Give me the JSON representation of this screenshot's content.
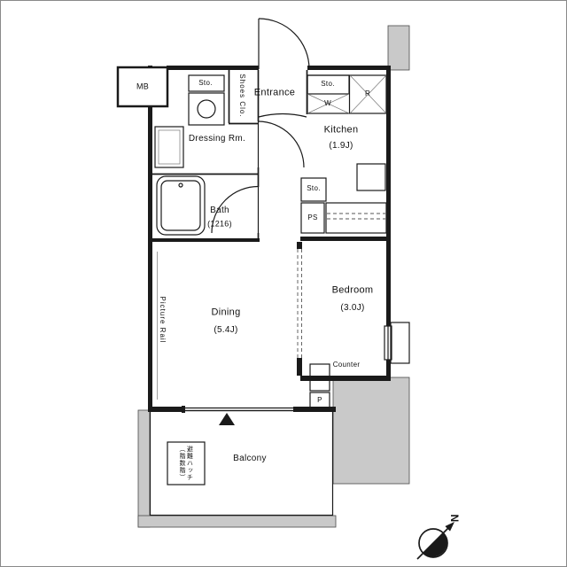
{
  "colors": {
    "wall": "#1a1a1a",
    "gray_fill": "#c9c9c9",
    "text": "#111111"
  },
  "rooms": {
    "entrance": {
      "name": "Entrance"
    },
    "kitchen": {
      "name": "Kitchen",
      "size": "(1.9J)"
    },
    "dressing": {
      "name": "Dressing Rm."
    },
    "bath": {
      "name": "Bath",
      "size": "(1216)"
    },
    "dining": {
      "name": "Dining",
      "size": "(5.4J)"
    },
    "bedroom": {
      "name": "Bedroom",
      "size": "(3.0J)"
    },
    "balcony": {
      "name": "Balcony"
    }
  },
  "fixtures": {
    "mb": "MB",
    "shoes_closet": "Shoes Clo.",
    "storage_dressing": "Sto.",
    "storage_kitchen": "Sto.",
    "storage_hall": "Sto.",
    "washer": "W",
    "refrigerator": "R",
    "pipe_space": "PS",
    "picture_rail": "Picture Rail",
    "counter": "Counter",
    "pillar": "P",
    "evacuation_hatch": "避難ハッチ\n（階数階）",
    "north": "N"
  }
}
